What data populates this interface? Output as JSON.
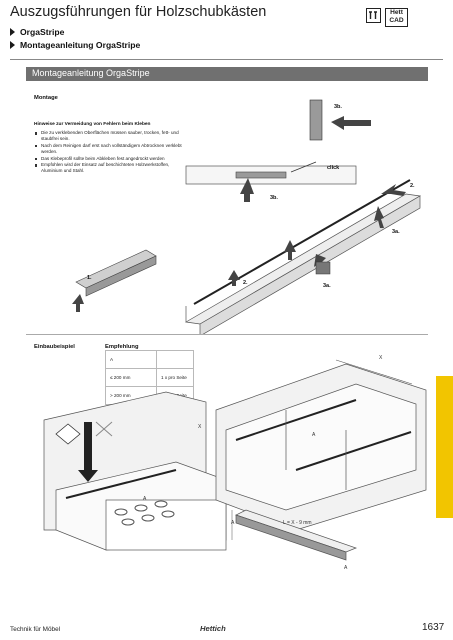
{
  "header": {
    "title": "Auszugsführungen für Holzschubkästen",
    "breadcrumb": [
      "OrgaStripe",
      "Montageanleitung OrgaStripe"
    ],
    "logo_text_line1": "Hett",
    "logo_text_line2": "CAD"
  },
  "section": {
    "title": "Montageanleitung OrgaStripe",
    "montage_label": "Montage",
    "hinweise_heading": "Hinweise zur Vermeidung von Fehlern beim Kleben",
    "hinweise": [
      "Die zu verklebenden Oberflächen müssen sauber, trocken, fett- und staubfrei sein.",
      "Nach dem Reinigen darf erst nach vollständigem Abtrocknen verklebt werden.",
      "Das Klebeprofil sollte beim Abkleben fest angedrückt werden",
      "Empfohlen wird der Einsatz auf beschichteten Holzwerkstoffen, Aluminium und Stahl."
    ],
    "figure_labels": {
      "step_1": "1.",
      "step_2a": "2.",
      "step_2b": "2.",
      "step_3a_top": "3a.",
      "step_3a_mid": "3a.",
      "step_3b_top": "3b.",
      "step_3b_bottom": "3b.",
      "click": "click"
    }
  },
  "example": {
    "label": "Einbaubeispiel",
    "recommendation_label": "Empfehlung",
    "table": [
      [
        "A",
        ""
      ],
      [
        "≤ 200 mm",
        "1 x  pro Seite"
      ],
      [
        "> 200 mm",
        "2 x  pro Seite"
      ]
    ],
    "dims": {
      "x_right": "X",
      "x_mid": "X",
      "a_right": "A",
      "a_left": "A",
      "a_front": "A",
      "a_strip": "A",
      "length": "L = X - 9 mm"
    }
  },
  "footer": {
    "left": "Technik für Möbel",
    "logo": "Hettich",
    "page": "1637"
  },
  "colors": {
    "section_bar": "#707070",
    "accent_tab": "#f2c500"
  }
}
